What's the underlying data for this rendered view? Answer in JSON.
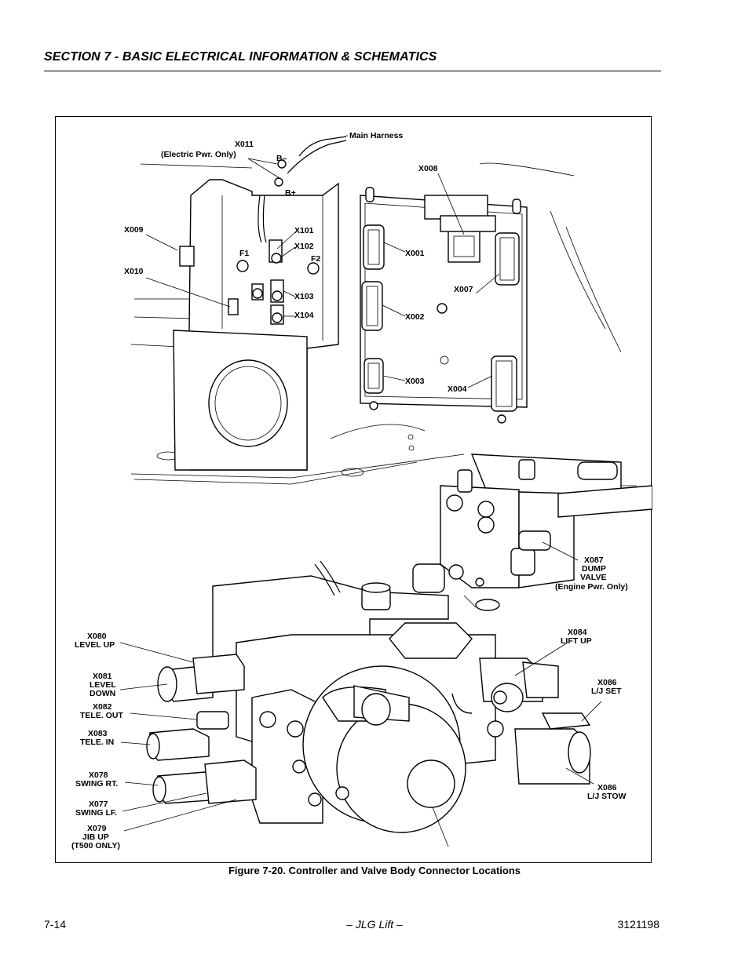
{
  "header": {
    "section_title": "SECTION 7 - BASIC ELECTRICAL INFORMATION & SCHEMATICS"
  },
  "figure": {
    "caption_number": "Figure 7-20.",
    "caption_text": "Controller and Valve Body Connector Locations",
    "labels": {
      "main_harness": "Main Harness",
      "x011": "X011",
      "x011_note": "(Electric Pwr. Only)",
      "b_minus": "B–",
      "b_plus": "B+",
      "x008": "X008",
      "x009": "X009",
      "x010": "X010",
      "x101": "X101",
      "x102": "X102",
      "x103": "X103",
      "x104": "X104",
      "x001": "X001",
      "x002": "X002",
      "x003": "X003",
      "x004": "X004",
      "x007": "X007",
      "x087": "X087",
      "x087_l2": "DUMP",
      "x087_l3": "VALVE",
      "x087_l4": "(Engine Pwr. Only)",
      "x080": "X080",
      "x080_l2": "LEVEL UP",
      "x081": "X081",
      "x081_l2": "LEVEL",
      "x081_l3": "DOWN",
      "x082": "X082",
      "x082_l2": "TELE. OUT",
      "x083": "X083",
      "x083_l2": "TELE. IN",
      "x078": "X078",
      "x078_l2": "SWING RT.",
      "x077": "X077",
      "x077_l2": "SWING LF.",
      "x079": "X079",
      "x079_l2": "JIB UP",
      "x079_l3": "(T500 ONLY)",
      "x084": "X084",
      "x084_l2": "LIFT UP",
      "x086a": "X086",
      "x086a_l2": "L/J SET",
      "x086b": "X086",
      "x086b_l2": "L/J STOW",
      "f1": "F1",
      "f2": "F2"
    }
  },
  "footer": {
    "page_number": "7-14",
    "publisher": "– JLG Lift –",
    "doc_number": "3121198"
  }
}
